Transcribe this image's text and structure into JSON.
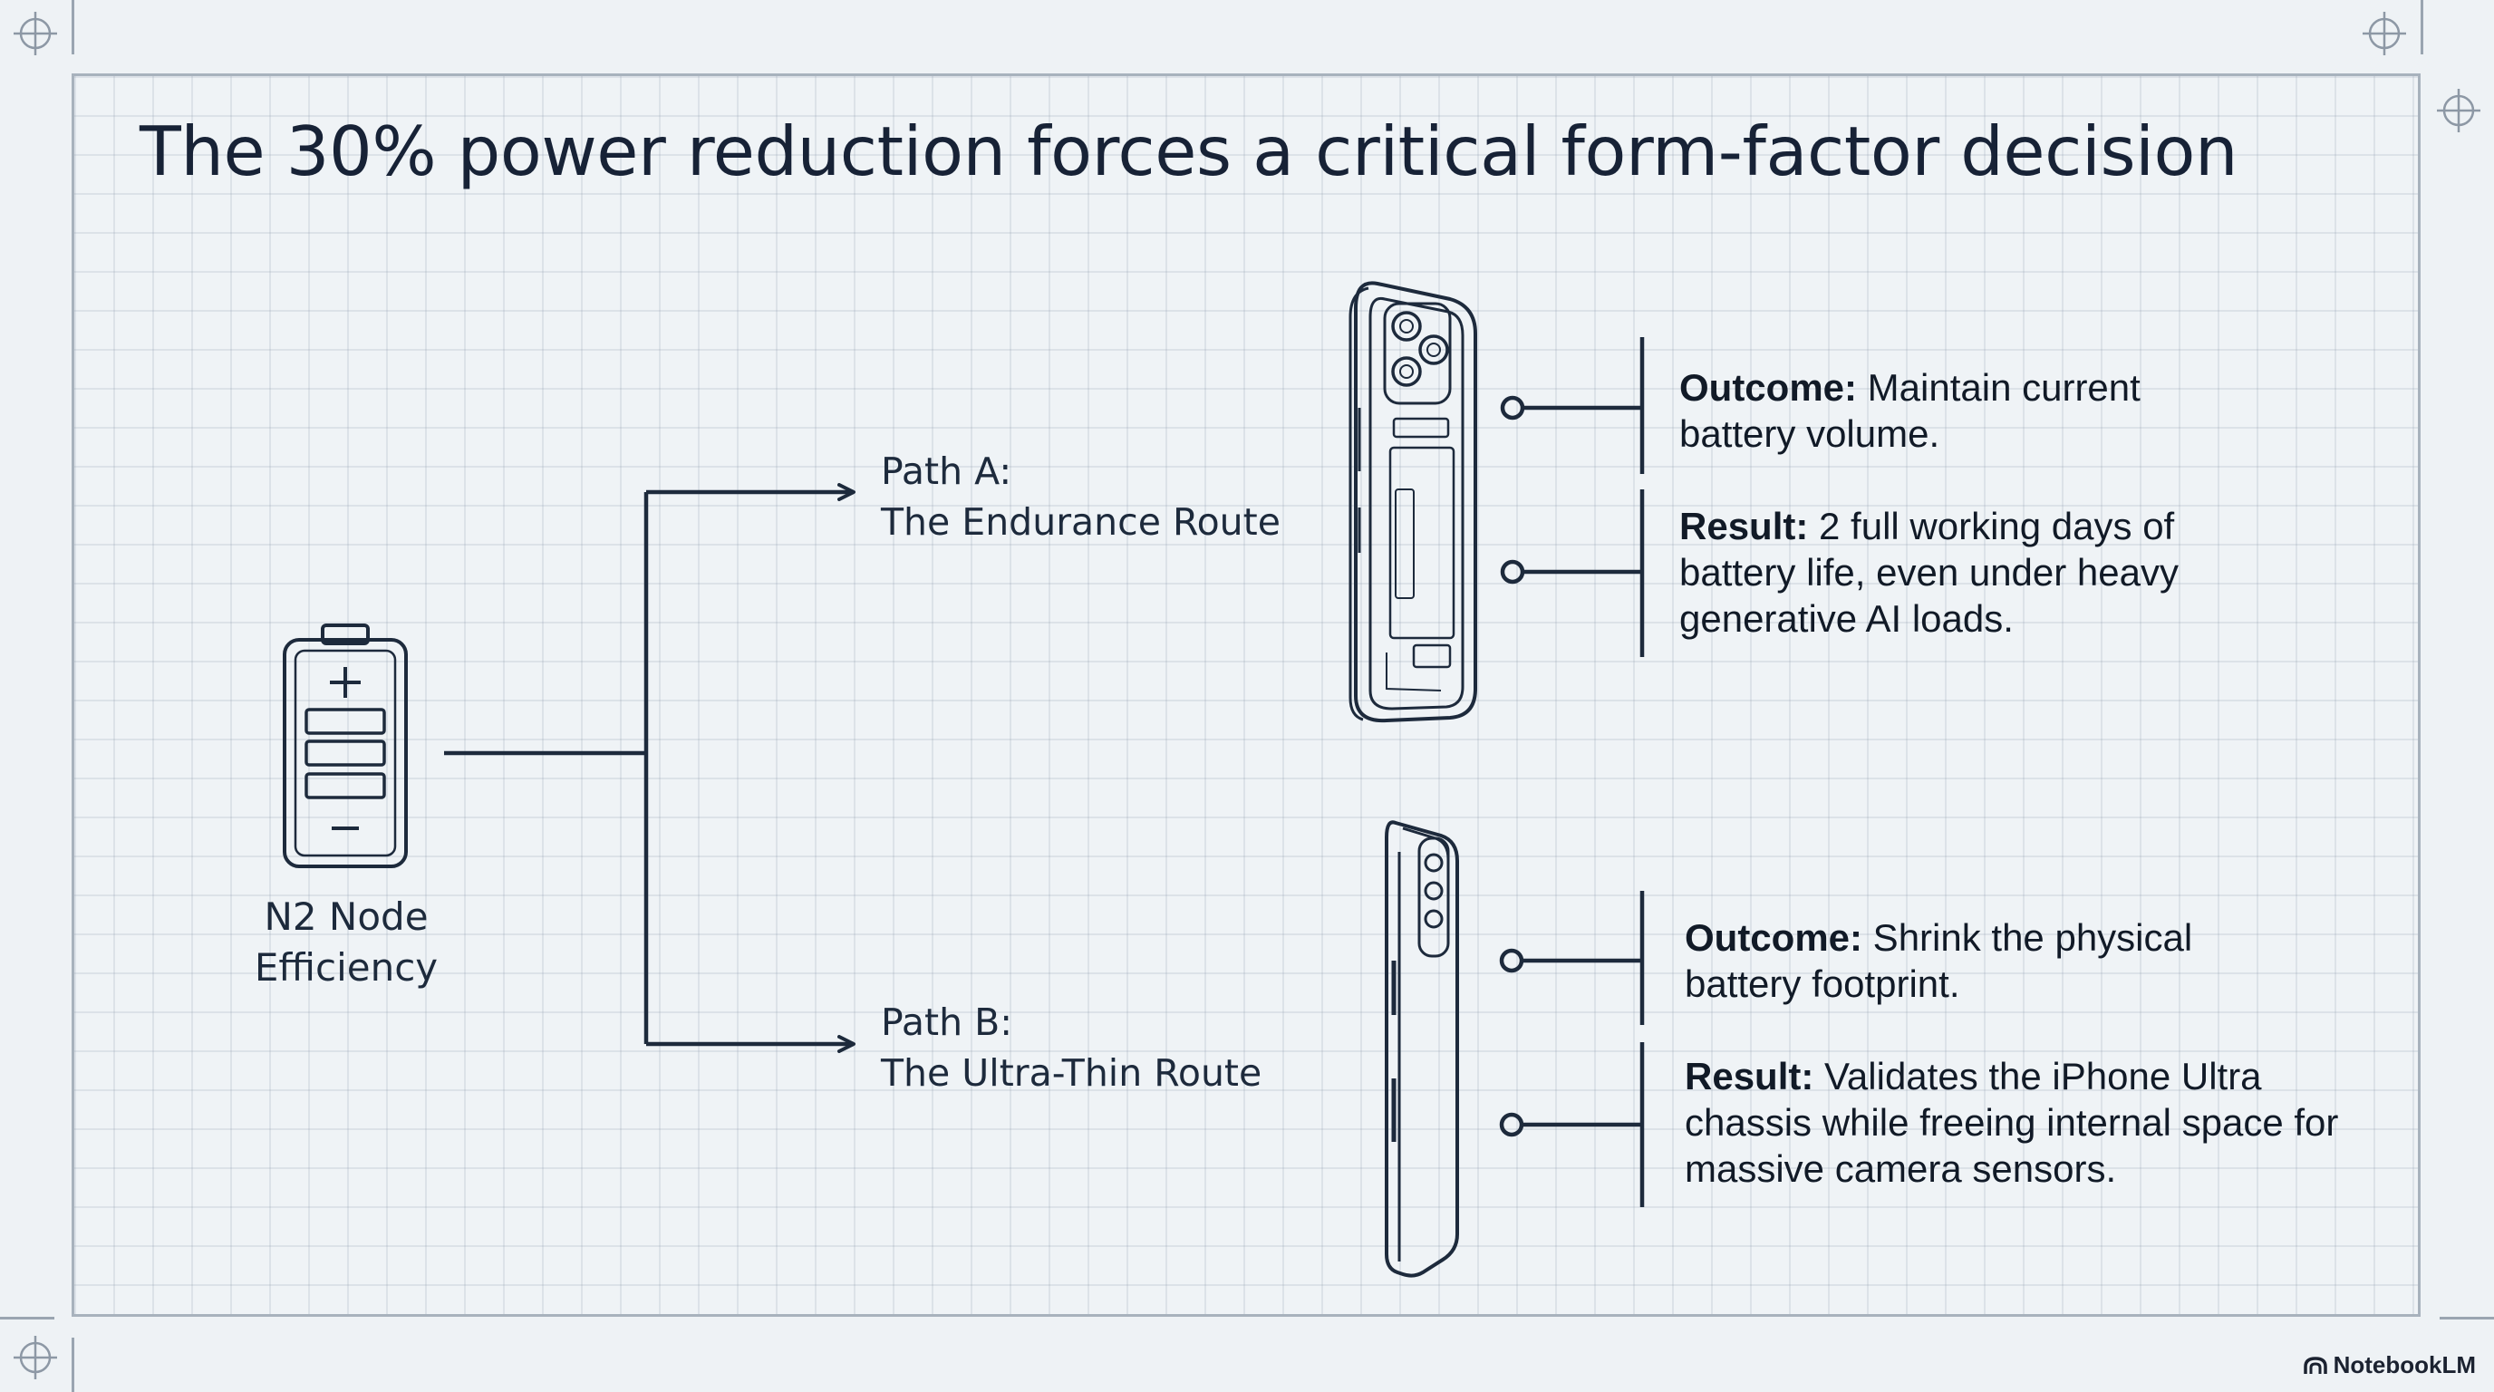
{
  "title": "The 30% power reduction forces a critical form-factor decision",
  "source": {
    "label_line1": "N2 Node",
    "label_line2": "Efficiency"
  },
  "path_a": {
    "heading": "Path A:",
    "name": "The Endurance Route",
    "outcome_label": "Outcome:",
    "outcome_text": " Maintain current battery volume.",
    "result_label": "Result:",
    "result_text": " 2 full working days of battery life, even under heavy generative AI loads."
  },
  "path_b": {
    "heading": "Path B:",
    "name": "The Ultra-Thin Route",
    "outcome_label": "Outcome:",
    "outcome_text": " Shrink the physical battery footprint.",
    "result_label": "Result:",
    "result_text": " Validates the iPhone Ultra chassis while freeing internal space for massive camera sensors."
  },
  "branding": {
    "logo_text": "NotebookLM"
  },
  "colors": {
    "ink": "#1d2a3c",
    "grid_background": "#eff3f6",
    "frame_border": "#a8b2bd"
  }
}
